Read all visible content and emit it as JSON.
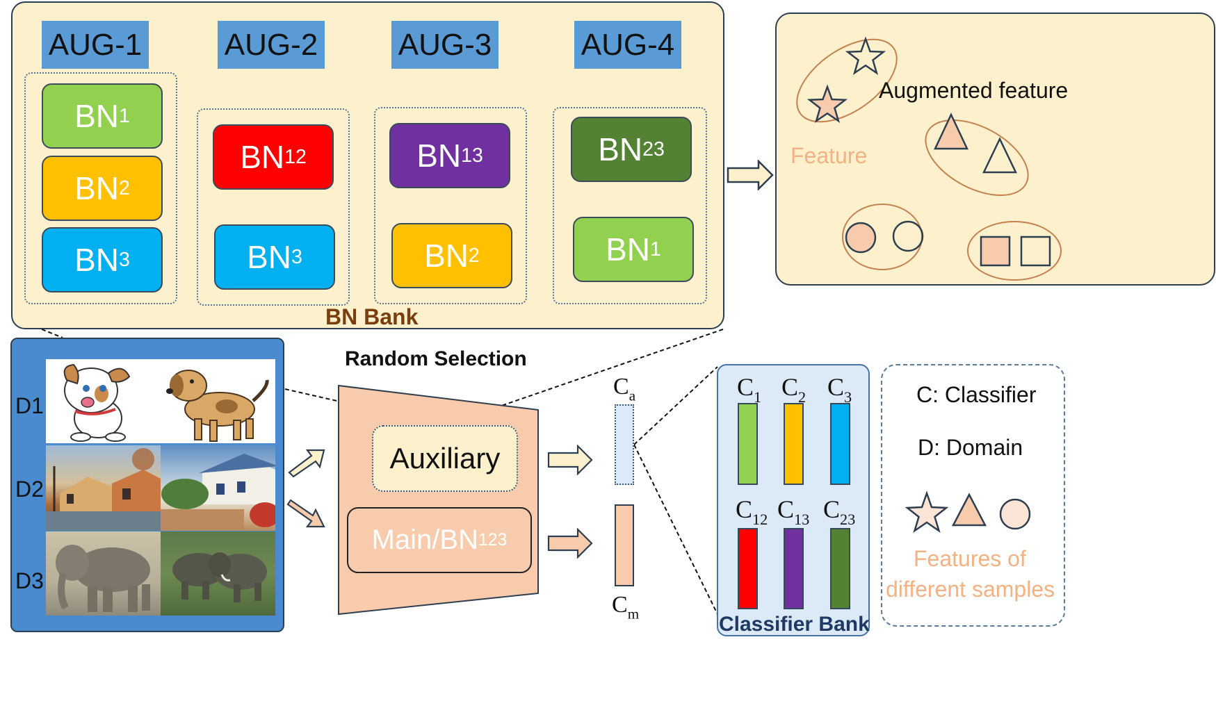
{
  "bn_bank": {
    "title": "BN Bank",
    "augs": [
      {
        "label": "AUG-1",
        "bns": [
          {
            "base": "BN",
            "sub": "1",
            "color": "#92d050"
          },
          {
            "base": "BN",
            "sub": "2",
            "color": "#ffc000"
          },
          {
            "base": "BN",
            "sub": "3",
            "color": "#00b0f0"
          }
        ]
      },
      {
        "label": "AUG-2",
        "bns": [
          {
            "base": "BN",
            "sub": "12",
            "color": "#ff0000"
          },
          {
            "base": "BN",
            "sub": "3",
            "color": "#00b0f0"
          }
        ]
      },
      {
        "label": "AUG-3",
        "bns": [
          {
            "base": "BN",
            "sub": "13",
            "color": "#7030a0"
          },
          {
            "base": "BN",
            "sub": "2",
            "color": "#ffc000"
          }
        ]
      },
      {
        "label": "AUG-4",
        "bns": [
          {
            "base": "BN",
            "sub": "23",
            "color": "#548235"
          },
          {
            "base": "BN",
            "sub": "1",
            "color": "#92d050"
          }
        ]
      }
    ]
  },
  "feature_space": {
    "augmented_label": "Augmented feature",
    "feature_label": "Feature",
    "feature_color": "#f8cbad",
    "cluster_stroke": "#c5804f"
  },
  "domains": {
    "labels": [
      "D1",
      "D2",
      "D3"
    ]
  },
  "network": {
    "random_selection": "Random Selection",
    "auxiliary": "Auxiliary",
    "main_base": "Main/BN",
    "main_sub": "123",
    "body_color": "#f8cbad"
  },
  "outputs": {
    "ca_base": "C",
    "ca_sub": "a",
    "cm_base": "C",
    "cm_sub": "m"
  },
  "classifier_bank": {
    "title": "Classifier Bank",
    "classifiers": [
      {
        "base": "C",
        "sub": "1",
        "color": "#92d050"
      },
      {
        "base": "C",
        "sub": "2",
        "color": "#ffc000"
      },
      {
        "base": "C",
        "sub": "3",
        "color": "#00b0f0"
      },
      {
        "base": "C",
        "sub": "12",
        "color": "#ff0000"
      },
      {
        "base": "C",
        "sub": "13",
        "color": "#7030a0"
      },
      {
        "base": "C",
        "sub": "23",
        "color": "#548235"
      }
    ]
  },
  "legend": {
    "classifier": "C: Classifier",
    "domain": "D: Domain",
    "features_line1": "Features of",
    "features_line2": "different samples"
  }
}
